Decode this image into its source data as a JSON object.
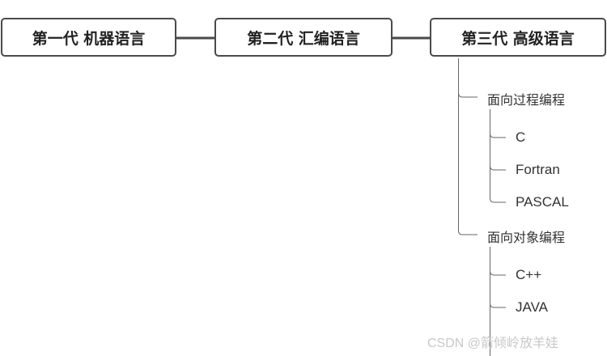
{
  "generations": [
    {
      "label": "第一代 机器语言"
    },
    {
      "label": "第二代 汇编语言"
    },
    {
      "label": "第三代 高级语言"
    }
  ],
  "paradigms": [
    {
      "label": "面向过程编程",
      "languages": [
        "C",
        "Fortran",
        "PASCAL"
      ]
    },
    {
      "label": "面向对象编程",
      "languages": [
        "C++",
        "JAVA"
      ]
    }
  ],
  "watermark": "CSDN @箭倾岭放羊娃",
  "colors": {
    "box_border": "#4a4a4a",
    "branch_line": "#666666",
    "text": "#333333"
  }
}
